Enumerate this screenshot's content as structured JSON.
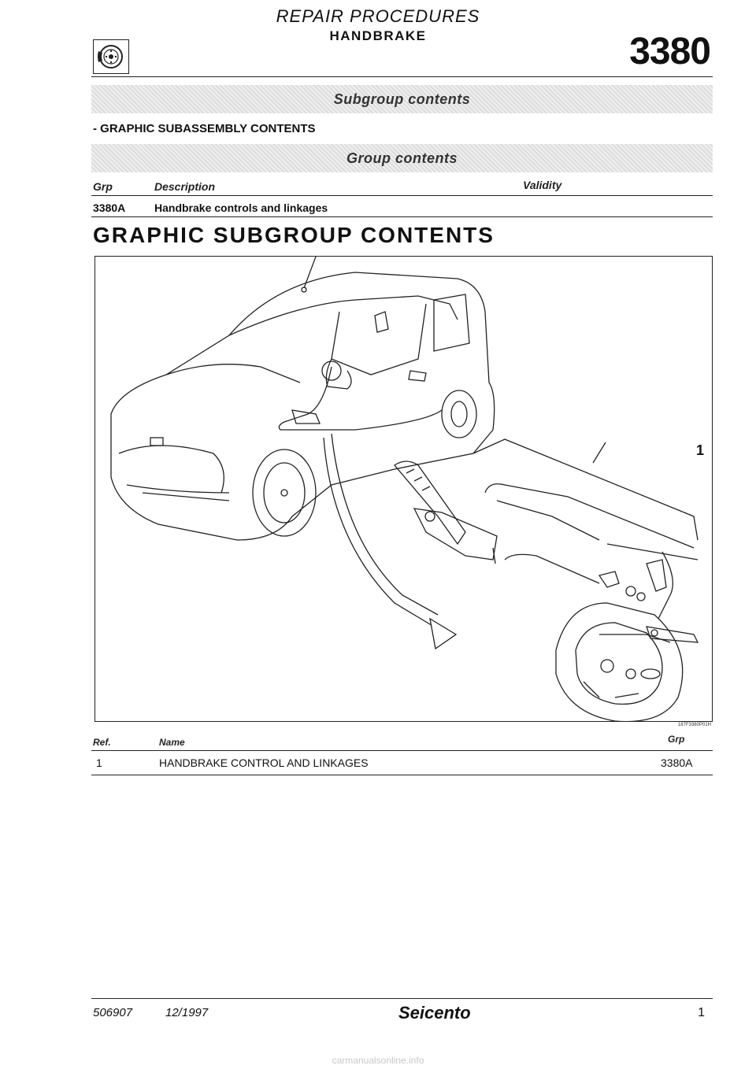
{
  "header": {
    "title": "REPAIR PROCEDURES",
    "subtitle": "HANDBRAKE",
    "group_code": "3380",
    "icon": "wheel-icon"
  },
  "subgroup_band": "Subgroup contents",
  "subassembly_heading": "- GRAPHIC SUBASSEMBLY CONTENTS",
  "group_band": "Group contents",
  "group_table": {
    "headers": {
      "grp": "Grp",
      "description": "Description",
      "validity": "Validity"
    },
    "rows": [
      {
        "grp": "3380A",
        "description": "Handbrake controls and linkages",
        "validity": ""
      }
    ]
  },
  "graphic_title": "GRAPHIC SUBGROUP CONTENTS",
  "figure": {
    "callout": "1",
    "code": "187F3380P01H"
  },
  "ref_table": {
    "headers": {
      "ref": "Ref.",
      "name": "Name",
      "grp": "Grp"
    },
    "rows": [
      {
        "ref": "1",
        "name": "HANDBRAKE CONTROL AND LINKAGES",
        "grp": "3380A"
      }
    ]
  },
  "footer": {
    "doc_number": "506907",
    "date": "12/1997",
    "brand": "Seicento",
    "page": "1"
  },
  "watermark": "carmanualsonline.info"
}
